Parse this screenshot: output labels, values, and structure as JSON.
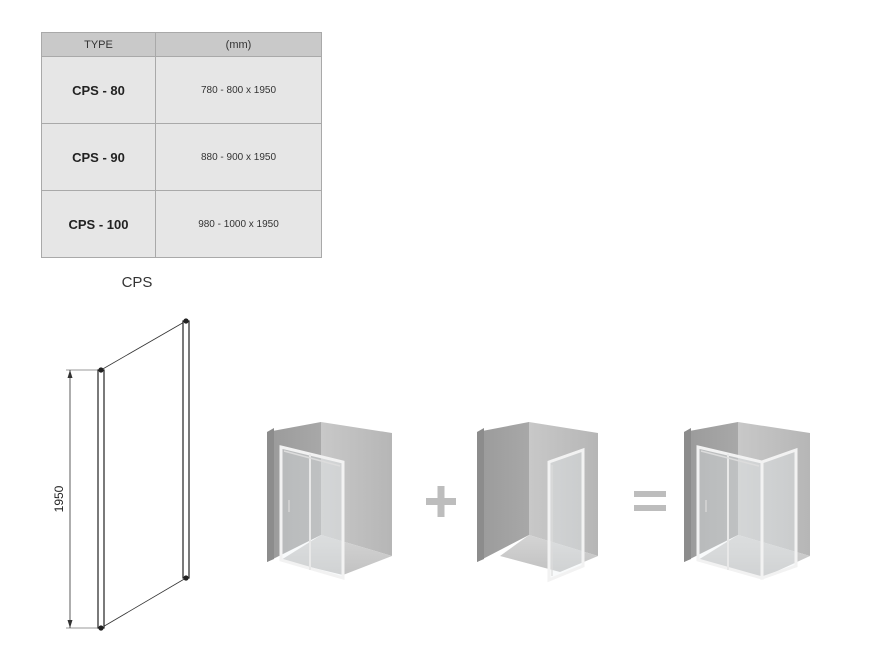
{
  "table": {
    "headers": [
      "TYPE",
      "(mm)"
    ],
    "rows": [
      {
        "type": "CPS - 80",
        "dims": "780 - 800 x 1950"
      },
      {
        "type": "CPS - 90",
        "dims": "880 - 900 x 1950"
      },
      {
        "type": "CPS - 100",
        "dims": "980 - 1000 x 1950"
      }
    ]
  },
  "product_label": "CPS",
  "panel_drawing": {
    "height_dimension": "1950"
  },
  "equation": {
    "plus": "+",
    "equals": "="
  },
  "colors": {
    "table_header": "#c9c9c9",
    "table_body": "#e6e6e6",
    "wall": "#b4b4b4",
    "glass_frame": "#f0f0f0"
  }
}
